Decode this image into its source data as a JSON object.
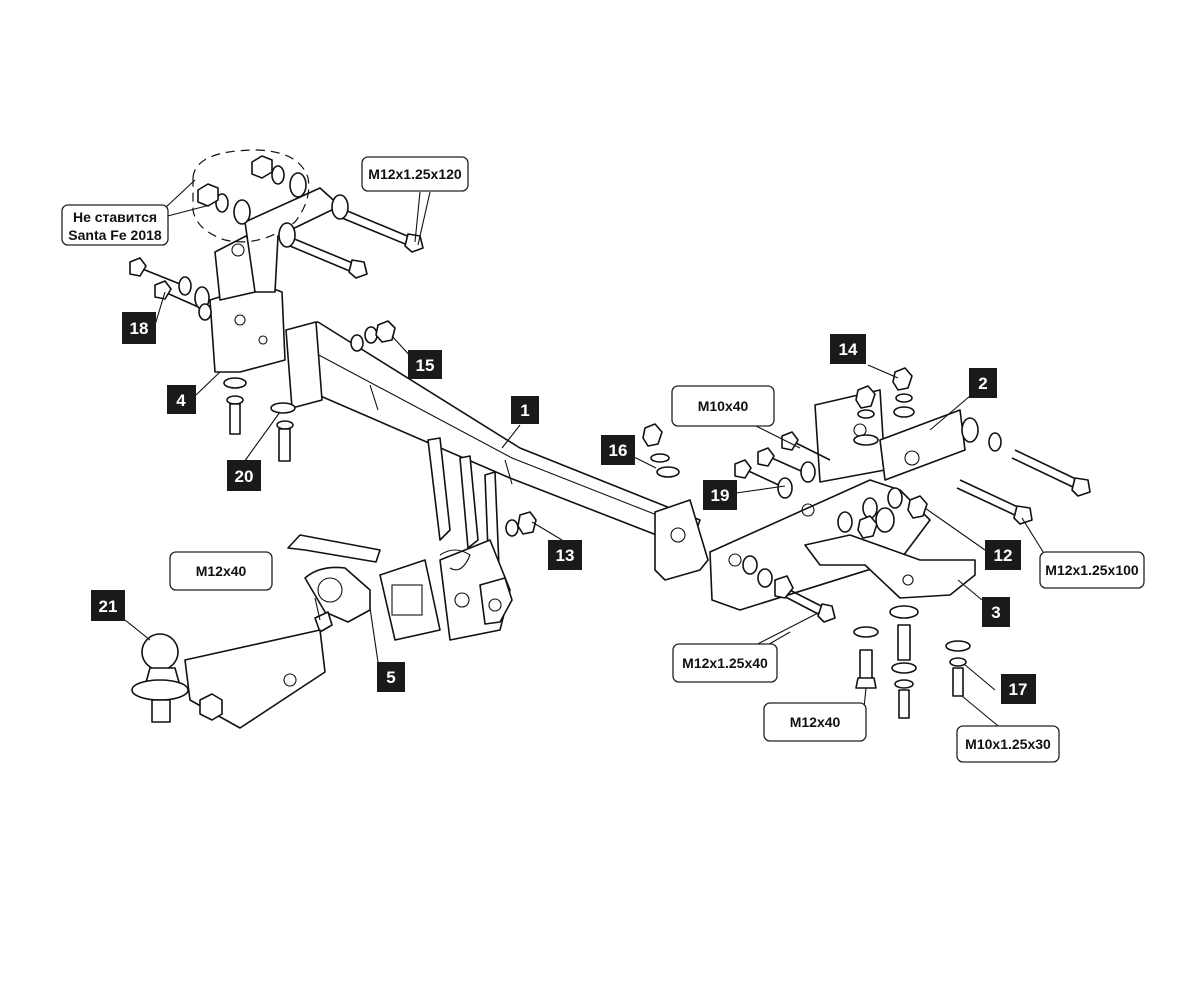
{
  "note": {
    "line1": "Не ставится",
    "line2": "Santa Fe 2018"
  },
  "callouts": {
    "m12_125x120": "M12x1.25x120",
    "m10x40": "M10x40",
    "m12x40_left": "M12x40",
    "m12x125x100": "M12x1.25x100",
    "m12x125x40": "M12x1.25x40",
    "m12x40_bottom": "M12x40",
    "m10x125x30": "M10x1.25x30"
  },
  "part_numbers": {
    "p1": "1",
    "p2": "2",
    "p3": "3",
    "p4": "4",
    "p5": "5",
    "p12": "12",
    "p13": "13",
    "p14": "14",
    "p15": "15",
    "p16": "16",
    "p17": "17",
    "p18": "18",
    "p19": "19",
    "p20": "20",
    "p21": "21"
  }
}
